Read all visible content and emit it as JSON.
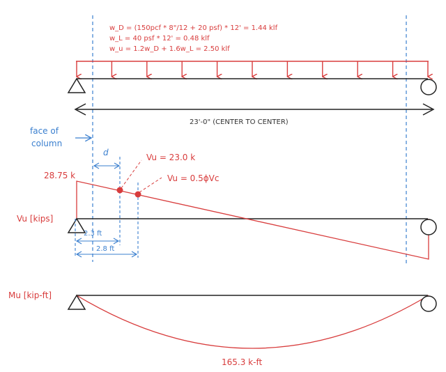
{
  "load_equations": {
    "dead": "w_D = (150pcf * 8\"/12 + 20 psf) * 12' = 1.44 klf",
    "live": "w_L = 40 psf * 12' = 0.48 klf",
    "ultimate": "w_u = 1.2w_D + 1.6w_L = 2.50 klf"
  },
  "span_label": "23'-0\" (CENTER TO CENTER)",
  "face_of_column_label": [
    "face of",
    "column"
  ],
  "d_label": "d",
  "shear": {
    "axis_label": "Vu [kips]",
    "max_label": "28.75 k",
    "point_d_label": "Vu = 23.0 k",
    "point_vc_label": "Vu = 0.5ϕVc",
    "dim_1": "2.3 ft",
    "dim_2": "2.8 ft"
  },
  "moment": {
    "axis_label": "Mu [kip-ft]",
    "max_label": "165.3 k-ft"
  },
  "colors": {
    "load": "#d83c3c",
    "beam": "#222222",
    "annotation": "#3a7fcf",
    "shear": "#d83c3c",
    "moment": "#d83c3c"
  },
  "icons": [
    "pin-support-icon",
    "roller-support-icon",
    "load-arrow-icon"
  ]
}
